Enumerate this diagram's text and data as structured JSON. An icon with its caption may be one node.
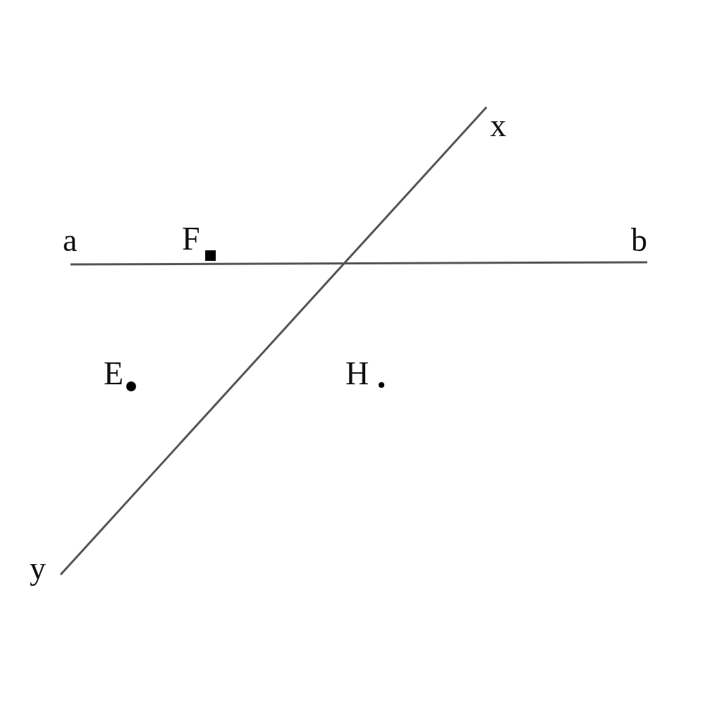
{
  "diagram": {
    "nodes": [
      {
        "text": [
          "a"
        ]
      },
      {
        "text": [
          "b"
        ]
      },
      {
        "text": [
          "x"
        ]
      },
      {
        "text": [
          "y"
        ]
      }
    ],
    "edges": [
      {
        "from": 0,
        "to": 1,
        "arrow": "none"
      },
      {
        "from": 3,
        "to": 2,
        "arrow": "none"
      }
    ],
    "labels": [
      "F",
      "E",
      "H"
    ]
  }
}
